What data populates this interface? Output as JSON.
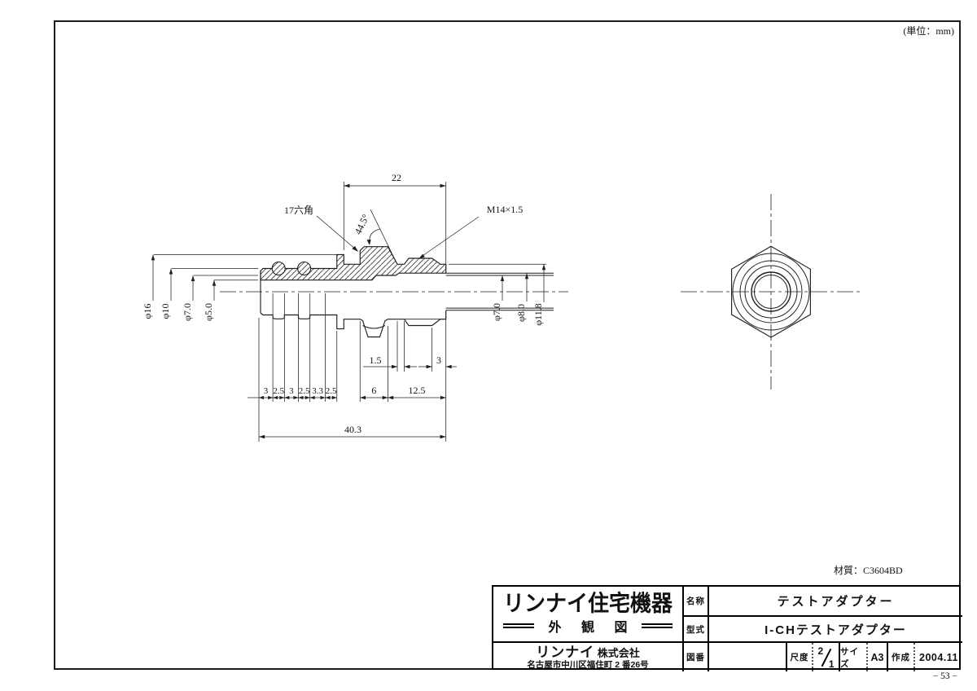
{
  "page": {
    "unit_note": "(単位：mm)",
    "material_note": "材質：C3604BD",
    "page_number": "− 53 −"
  },
  "drawing": {
    "dims": {
      "top_width": "22",
      "hex_label": "17六角",
      "thread_label": "M14×1.5",
      "chamfer_angle": "44.5°",
      "left_diameters": [
        "φ16",
        "φ10",
        "φ7.0",
        "φ5.0"
      ],
      "right_diameters": [
        "φ7.0",
        "φ8.0",
        "φ11.8"
      ],
      "barb_segments": [
        "3",
        "2.5",
        "3",
        "2.5",
        "3.3",
        "2.5"
      ],
      "undercut_width": "1.5",
      "thread_end_length": "3",
      "hex_width": "6",
      "thread_length": "12.5",
      "total_length": "40.3"
    }
  },
  "title_block": {
    "logo_line1": "リンナイ住宅機器",
    "logo_line2": "外 観 図",
    "company_brand": "リンナイ",
    "company_suffix": " 株式会社",
    "company_address": "名古屋市中川区福住町 2 番26号",
    "name_label": "名称",
    "name_value": "テストアダプター",
    "model_label": "型式",
    "model_value": "I-CHテストアダプター",
    "drawing_no_label": "図番",
    "drawing_no_value": "",
    "scale_label": "尺度",
    "scale_numerator": "2",
    "scale_denominator": "1",
    "size_label": "サイズ",
    "size_value": "A3",
    "created_label": "作成",
    "created_value": "2004.11"
  }
}
